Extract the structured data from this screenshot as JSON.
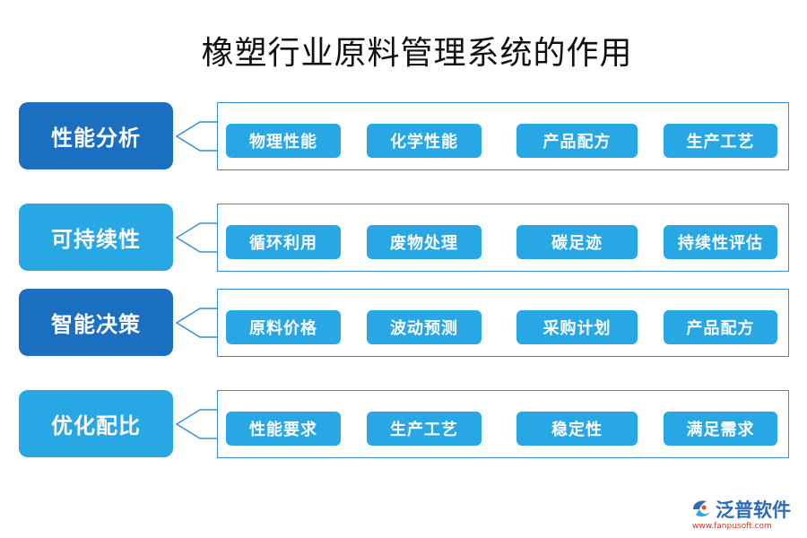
{
  "title": "橡塑行业原料管理系统的作用",
  "rows": [
    {
      "category": "性能分析",
      "style": "dark",
      "items": [
        "物理性能",
        "化学性能",
        "产品配方",
        "生产工艺"
      ]
    },
    {
      "category": "可持续性",
      "style": "light",
      "items": [
        "循环利用",
        "废物处理",
        "碳足迹",
        "持续性评估"
      ]
    },
    {
      "category": "智能决策",
      "style": "dark",
      "items": [
        "原料价格",
        "波动预测",
        "采购计划",
        "产品配方"
      ]
    },
    {
      "category": "优化配比",
      "style": "light",
      "items": [
        "性能要求",
        "生产工艺",
        "稳定性",
        "满足需求"
      ]
    }
  ],
  "brand": {
    "name": "泛普软件",
    "url": "www.fanpusoft.com"
  },
  "colors": {
    "dark_box": "#1a6fc0",
    "light_box": "#27a7e3",
    "panel_border": "#3b8fd4",
    "brand": "#2a6cb8",
    "url": "#d23a2a"
  }
}
